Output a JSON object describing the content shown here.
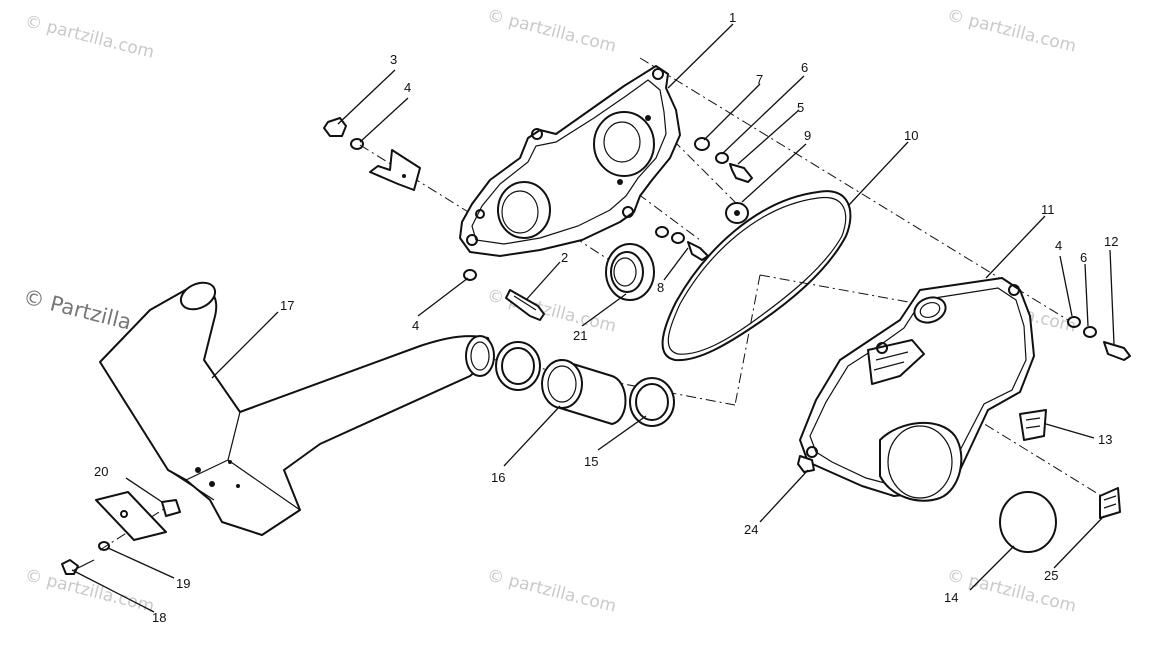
{
  "watermarks": {
    "text": "© Partzilla.com",
    "lowercase": "© partzilla.com"
  },
  "callouts": [
    "1",
    "2",
    "3",
    "4",
    "4",
    "4",
    "5",
    "6",
    "6",
    "7",
    "8",
    "9",
    "10",
    "11",
    "12",
    "13",
    "14",
    "15",
    "16",
    "17",
    "18",
    "19",
    "20",
    "21",
    "24",
    "25"
  ],
  "labels": {
    "n1": "1",
    "n2": "2",
    "n3": "3",
    "n4a": "4",
    "n4b": "4",
    "n4c": "4",
    "n5": "5",
    "n6a": "6",
    "n6b": "6",
    "n7": "7",
    "n8": "8",
    "n9": "9",
    "n10": "10",
    "n11": "11",
    "n12": "12",
    "n13": "13",
    "n14": "14",
    "n15": "15",
    "n16": "16",
    "n17": "17",
    "n18": "18",
    "n19": "19",
    "n20": "20",
    "n21": "21",
    "n24": "24",
    "n25": "25"
  },
  "colors": {
    "ink": "#111111",
    "watermark": "#c9c9c9",
    "background": "#ffffff"
  }
}
